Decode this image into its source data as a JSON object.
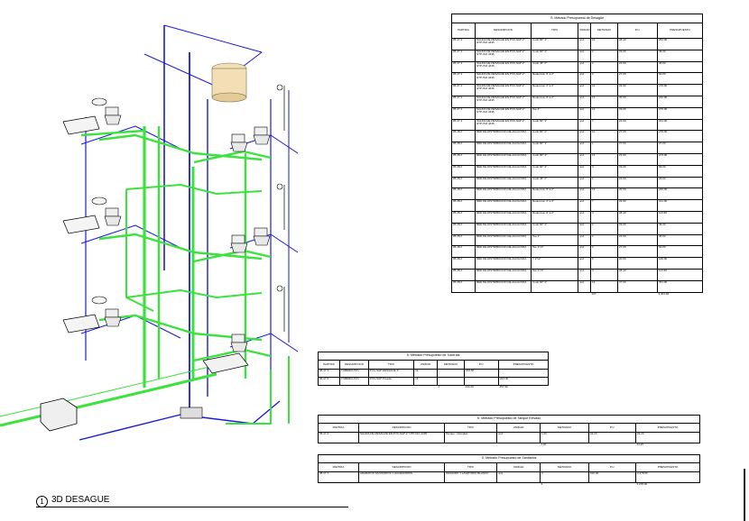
{
  "view": {
    "number": "1",
    "title": "3D DESAGUE"
  },
  "colors": {
    "drain_pipe": "#3ee23e",
    "water_pipe": "#1b1bd8",
    "tank": "#f2dfb6",
    "fixture_outline": "#000000"
  },
  "tables": [
    {
      "id": "main",
      "title": "S: Metrado Presupuesto de Desagüe",
      "headers": [
        "PARTIDA",
        "DESCRIPCION",
        "TIPO",
        "UNIDAD",
        "METRADO",
        "P.U.",
        "PRESUPUESTO"
      ],
      "rows": [
        [
          "05.47.4",
          "SALIDA DE DESAGUE EN PVC-SAP 2\" NTP-ISO 4435",
          "Codo 90° 4\"",
          "und",
          "10",
          "28.40",
          "284.00"
        ],
        [
          "05.47.4",
          "SALIDA DE DESAGUE EN PVC-SAP 2\" NTP-ISO 4435",
          "Codo 90° 2\"",
          "und",
          "2",
          "23.00",
          "46.00"
        ],
        [
          "05.47.4",
          "SALIDA DE DESAGUE EN PVC-SAP 2\" NTP-ISO 4435",
          "Codo 45° 2\"",
          "und",
          "2",
          "23.00",
          "46.00"
        ],
        [
          "05.47.4",
          "SALIDA DE DESAGUE EN PVC-SAP 2\" NTP-ISO 4435",
          "Reduccion 4\" a 2\"",
          "und",
          "2",
          "27.00",
          "54.00"
        ],
        [
          "05.47.4",
          "SALIDA DE DESAGUE EN PVC-SAP 2\" NTP-ISO 4435",
          "Reduccion 4\" a 3\"",
          "und",
          "12",
          "23.00",
          "276.00"
        ],
        [
          "05.47.4",
          "SALIDA DE DESAGUE EN PVC-SAP 2\" NTP-ISO 4435",
          "Reduccion 3\" a 2\"",
          "und",
          "12",
          "20.00",
          "240.00"
        ],
        [
          "05.47.4",
          "SALIDA DE DESAGUE EN PVC-SAP 2\" NTP-ISO 4435",
          "Tee 4\"",
          "und",
          "12",
          "23.00",
          "276.00"
        ],
        [
          "05.47.4",
          "SALIDA DE DESAGUE EN PVC-SAP 2\" NTP-ISO 4435",
          "Codo 90° 3\"",
          "und",
          "7",
          "23.00",
          "161.00"
        ],
        [
          "05.48.2",
          "RED DE DISTRIBUCION DE AGUA FRIA",
          "Codo 90° 2\"",
          "und",
          "10",
          "27.00",
          "270.00"
        ],
        [
          "05.48.2",
          "RED DE DISTRIBUCION DE AGUA FRIA",
          "Codo 90° 3\"",
          "und",
          "1",
          "27.00",
          "27.00"
        ],
        [
          "05.48.2",
          "RED DE DISTRIBUCION DE AGUA FRIA",
          "Codo 90° 4\"",
          "und",
          "12",
          "23.00",
          "276.00"
        ],
        [
          "05.48.2",
          "RED DE DISTRIBUCION DE AGUA FRIA",
          "Codo 90° 4\"",
          "und",
          "3",
          "23.00",
          "69.00"
        ],
        [
          "05.48.2",
          "RED DE DISTRIBUCION DE AGUA FRIA",
          "Codo 45° 2\"",
          "und",
          "1",
          "23.00",
          "23.00"
        ],
        [
          "05.48.2",
          "RED DE DISTRIBUCION DE AGUA FRIA",
          "Reduccion 3\" a 2\"",
          "und",
          "12",
          "20.00",
          "240.00"
        ],
        [
          "05.48.2",
          "RED DE DISTRIBUCION DE AGUA FRIA",
          "Reduccion 4\" a 3\"",
          "und",
          "7",
          "23.00",
          "161.00"
        ],
        [
          "05.48.2",
          "RED DE DISTRIBUCION DE AGUA FRIA",
          "Reduccion 4\" a 2\"",
          "und",
          "4",
          "28.40",
          "113.60"
        ],
        [
          "05.48.2",
          "RED DE DISTRIBUCION DE AGUA FRIA",
          "Codo 90° 2\"",
          "und",
          "2",
          "23.00",
          "46.00"
        ],
        [
          "05.48.2",
          "RED DE DISTRIBUCION DE AGUA FRIA",
          "Tee 2\"",
          "und",
          "2",
          "23.00",
          "46.00"
        ],
        [
          "05.48.2",
          "RED DE DISTRIBUCION DE AGUA FRIA",
          "Tee 2\"x4\"",
          "und",
          "2",
          "27.00",
          "54.00"
        ],
        [
          "05.48.2",
          "RED DE DISTRIBUCION DE AGUA FRIA",
          "Y 2\"x2\"",
          "und",
          "6",
          "20.00",
          "120.00"
        ],
        [
          "05.48.2",
          "RED DE DISTRIBUCION DE AGUA FRIA",
          "Tee 2\"x3\"",
          "und",
          "4",
          "28.40",
          "113.60"
        ],
        [
          "05.48.2",
          "RED DE DISTRIBUCION DE AGUA FRIA",
          "Codo 90° 2\"",
          "und",
          "13",
          "27.00",
          "351.00"
        ]
      ],
      "total": {
        "qty": "137",
        "budget": "3,301.60"
      }
    },
    {
      "id": "t2",
      "title": "S: Metrado Presupuesto de Tuberías",
      "headers": [
        "PARTIDA",
        "DESCRIPCION",
        "TIPO",
        "UNIDAD",
        "METRADO",
        "P.U.",
        "PRESUPUESTO"
      ],
      "rows": [
        [
          "05.47.3",
          "TUBERIA PVC",
          "PVC-SAP DESAGUE 4\"",
          "ml",
          "",
          "233.50",
          ""
        ],
        [
          "05.47.5",
          "TUBERIA PVC",
          "PVC-SAP Presión",
          "ml",
          "",
          "",
          "224.40"
        ]
      ],
      "total": {
        "qty": "2",
        "budget": "457.90",
        "pu": "234.40"
      }
    },
    {
      "id": "t3",
      "title": "S: Metrado Presupuesto de Tanque Elevado",
      "headers": [
        "PARTIDA",
        "DESCRIPCION",
        "TIPO",
        "UNIDAD",
        "METRADO",
        "P.U.",
        "PRESUPUESTO"
      ],
      "rows": [
        [
          "05.47.4",
          "SALIDA DE DESAGUE EN PVC-SAP 2\" NTP-ISO 4435",
          "Tanque - Rotoplas",
          "und",
          "1.00",
          "24.20",
          "24.20"
        ]
      ],
      "total": {
        "qty": "1.00",
        "budget": "24.20"
      }
    },
    {
      "id": "t4",
      "title": "S: Metrado Presupuesto de Sanitarios",
      "headers": [
        "PARTIDA",
        "DESCRIPCION",
        "TIPO",
        "UNIDAD",
        "METRADO",
        "P.U.",
        "PRESUPUESTO"
      ],
      "rows": [
        [
          "05.47.7",
          "APARATOS SANITARIOS Y ACCESORIOS",
          "INODORO Y LAVATORIO BLANCO",
          "und",
          "3",
          "610.00",
          "2,278.00"
        ]
      ],
      "total": {
        "qty": "3",
        "budget": "2,278.00"
      }
    }
  ]
}
